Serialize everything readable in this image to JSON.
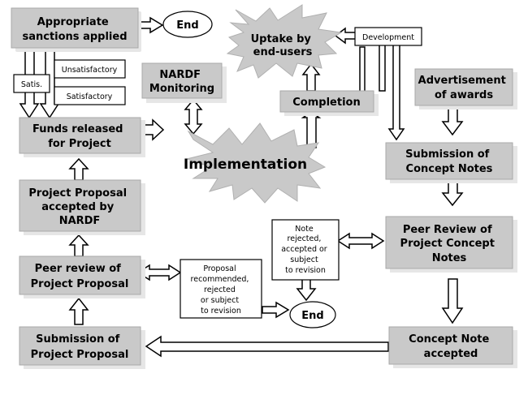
{
  "boxes": {
    "sanctions": [
      "Appropriate",
      "sanctions applied"
    ],
    "monitoring": [
      "NARDF",
      "Monitoring"
    ],
    "funds": [
      "Funds released",
      "for Project"
    ],
    "accepted_nardf": [
      "Project Proposal",
      "accepted by",
      "NARDF"
    ],
    "peer_proposal": [
      "Peer review of",
      "Project Proposal"
    ],
    "submission_proposal": [
      "Submission of",
      "Project Proposal"
    ],
    "completion": "Completion",
    "advertisement": [
      "Advertisement",
      "of awards"
    ],
    "submission_concept": [
      "Submission of",
      "Concept Notes"
    ],
    "peer_concept": [
      "Peer Review of",
      "Project Concept",
      "Notes"
    ],
    "concept_accepted": [
      "Concept Note",
      "accepted"
    ]
  },
  "bursts": {
    "uptake": [
      "Uptake by",
      "end-users"
    ],
    "implementation": "Implementation"
  },
  "labels": {
    "end_top": "End",
    "end_bottom": "End",
    "development": "Development",
    "unsatisfactory": "Unsatisfactory",
    "satisfactory": "Satisfactory",
    "satis": "Satis.",
    "note_outcome": [
      "Note",
      "rejected,",
      "accepted or",
      "subject",
      "to revision"
    ],
    "proposal_outcome": [
      "Proposal",
      "recommended,",
      "rejected",
      "or subject",
      "to revision"
    ]
  }
}
